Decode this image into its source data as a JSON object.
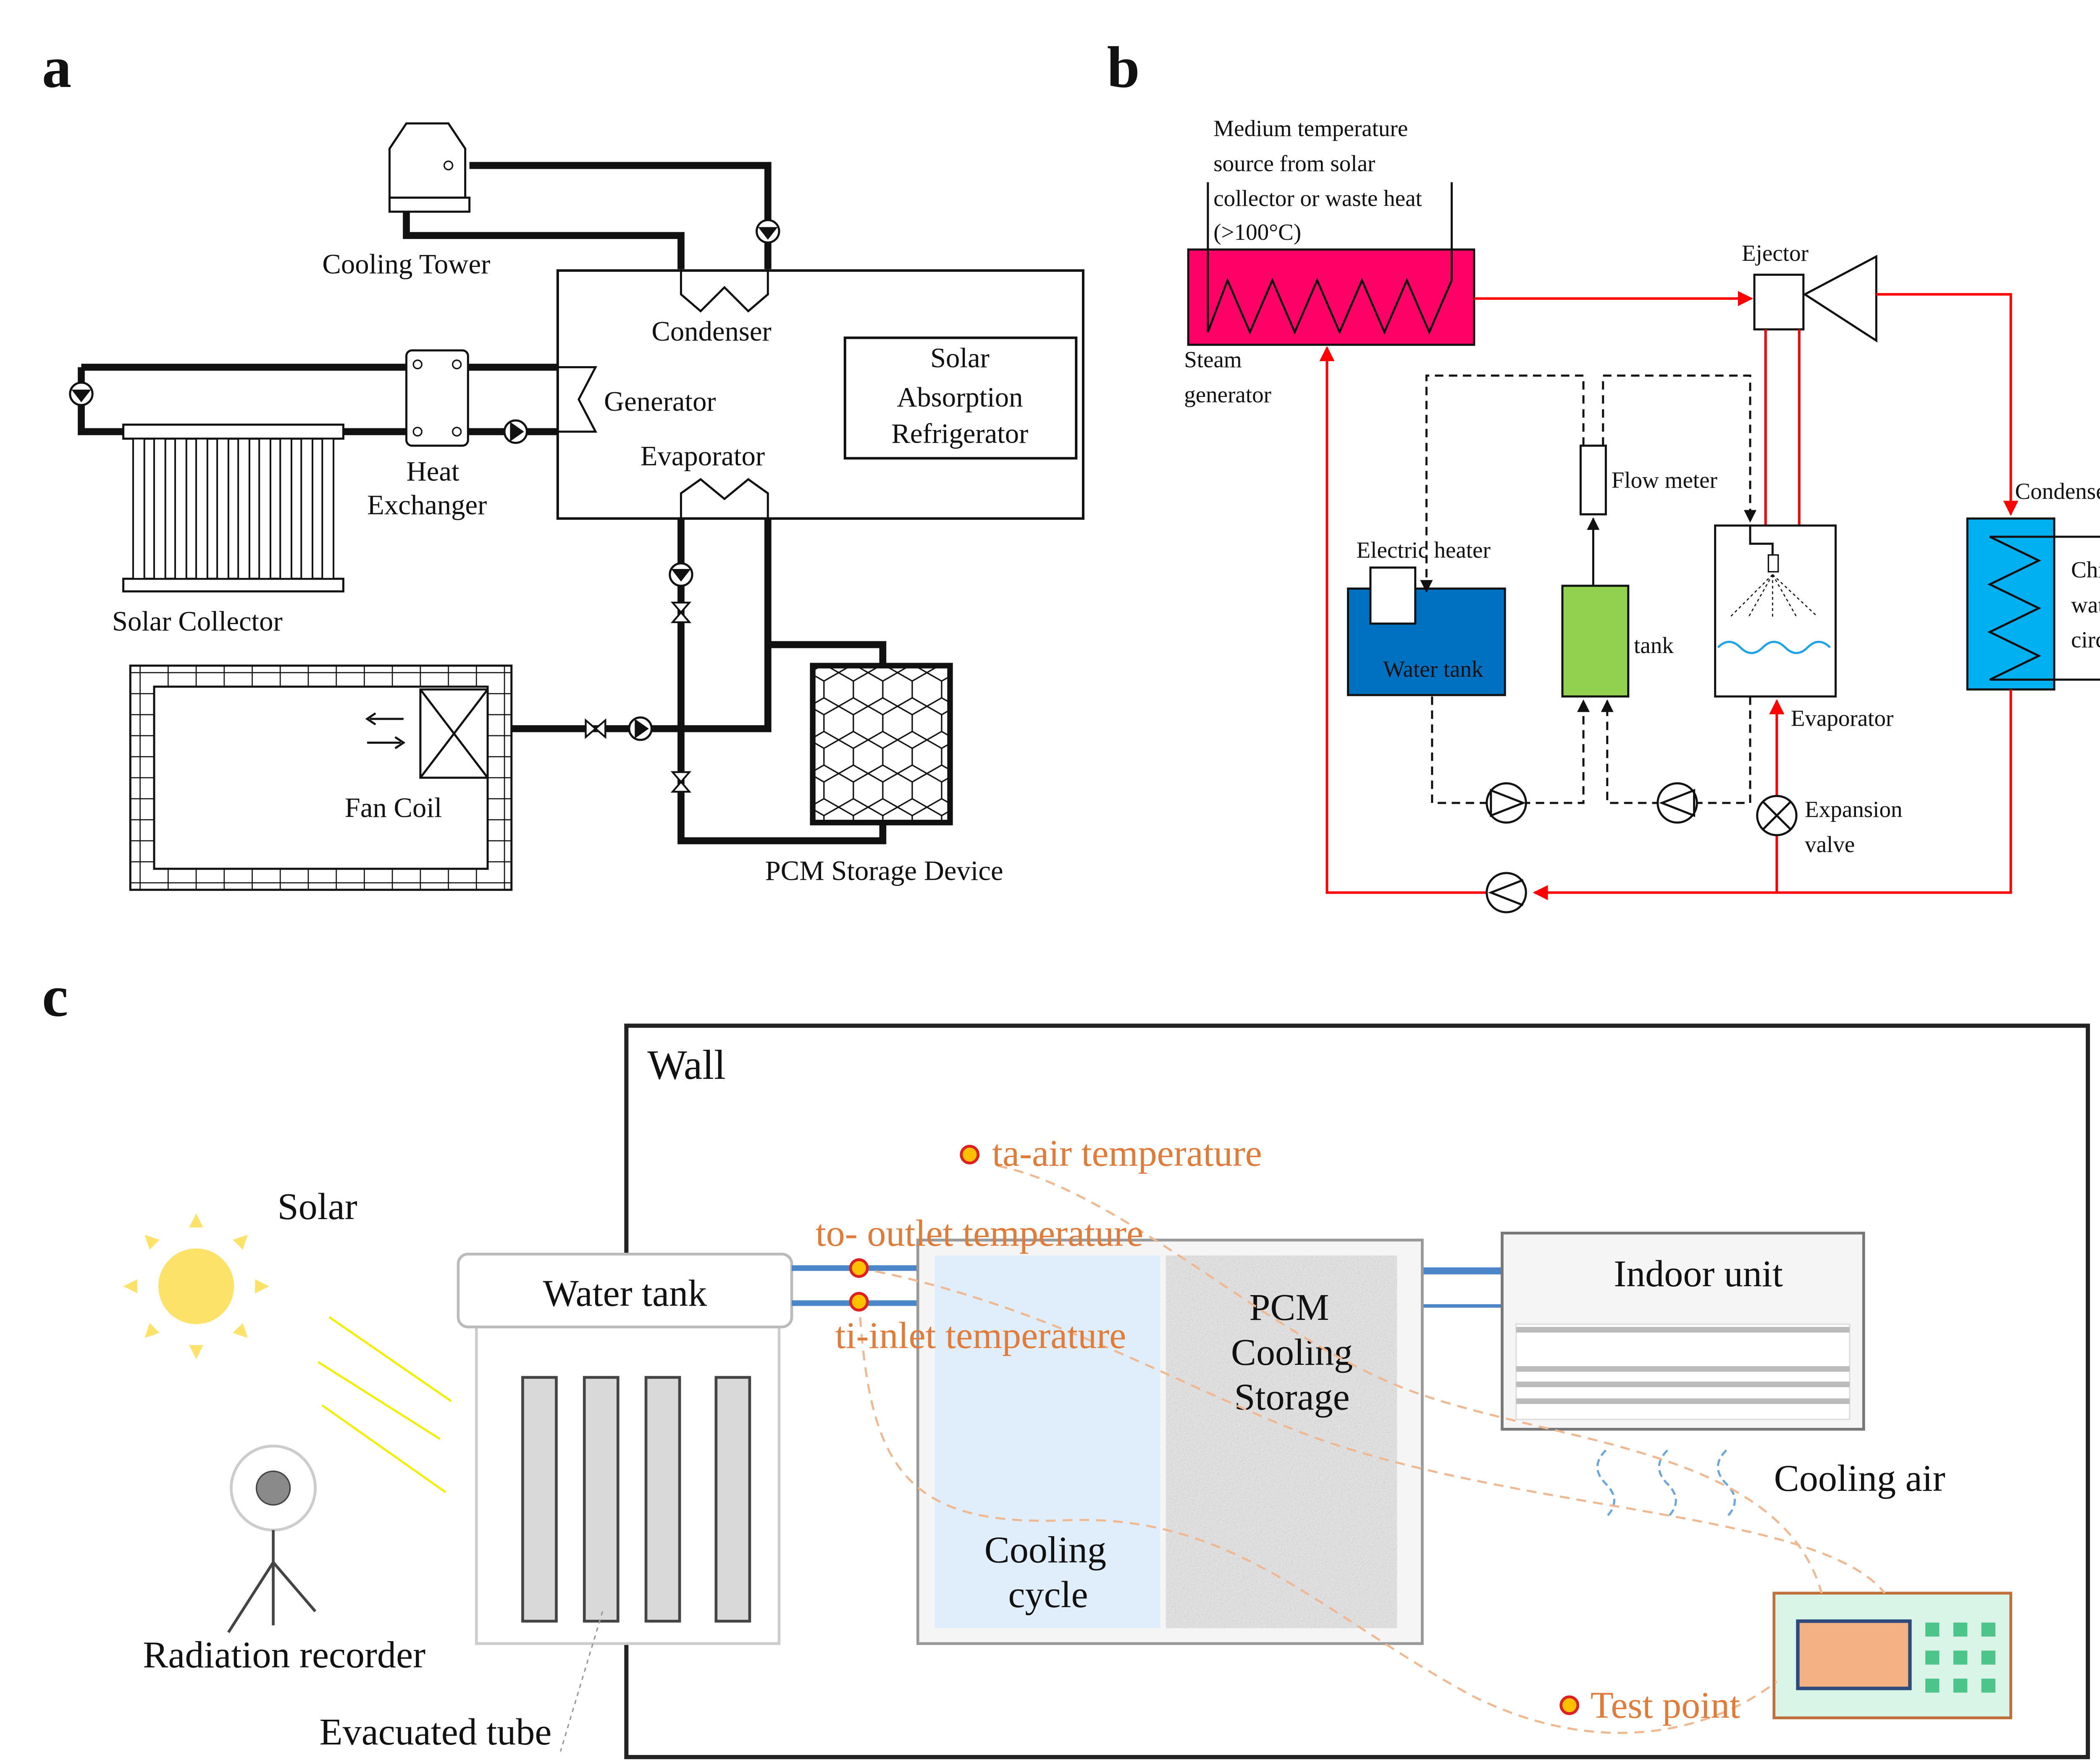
{
  "panel_a": {
    "label": "a",
    "cooling_tower": "Cooling Tower",
    "condenser": "Condenser",
    "generator": "Generator",
    "evaporator": "Evaporator",
    "refrigerator": [
      "Solar",
      "Absorption",
      "Refrigerator"
    ],
    "heat_exchanger": [
      "Heat",
      "Exchanger"
    ],
    "solar_collector": "Solar Collector",
    "fan_coil": "Fan Coil",
    "pcm_storage": "PCM Storage Device"
  },
  "panel_b": {
    "label": "b",
    "source": [
      "Medium temperature",
      "source from solar",
      "collector or waste heat",
      "(>100°C)"
    ],
    "steam_generator": [
      "Steam",
      "generator"
    ],
    "ejector": "Ejector",
    "flow_meter": "Flow meter",
    "electric_heater": "Electric heater",
    "water_tank": "Water tank",
    "tank": "tank",
    "evaporator": "Evaporator",
    "expansion_valve": [
      "Expansion",
      "valve"
    ],
    "condenser": "Condenser",
    "chilled": [
      "Chilled",
      "water",
      "circulation"
    ],
    "colors": {
      "steam_generator": "#ff0066",
      "water_tank": "#0070c0",
      "tank": "#92d050",
      "condenser": "#00b0f0",
      "flow": "#ff0000"
    }
  },
  "panel_c": {
    "label": "c",
    "wall": "Wall",
    "solar": "Solar",
    "radiation_recorder": "Radiation recorder",
    "evacuated_tube": "Evacuated tube",
    "water_tank": "Water tank",
    "ta": "ta-air temperature",
    "to": "to- outlet temperature",
    "ti": "ti-inlet temperature",
    "pcm": [
      "PCM",
      "Cooling",
      "Storage"
    ],
    "cooling_cycle": [
      "Cooling",
      "cycle"
    ],
    "indoor_unit": "Indoor unit",
    "cooling_air": "Cooling air",
    "test_point": "Test point",
    "colors": {
      "sensor_label": "#e07b39",
      "pipe": "#4a86c8",
      "sun": "#fde26a"
    }
  }
}
